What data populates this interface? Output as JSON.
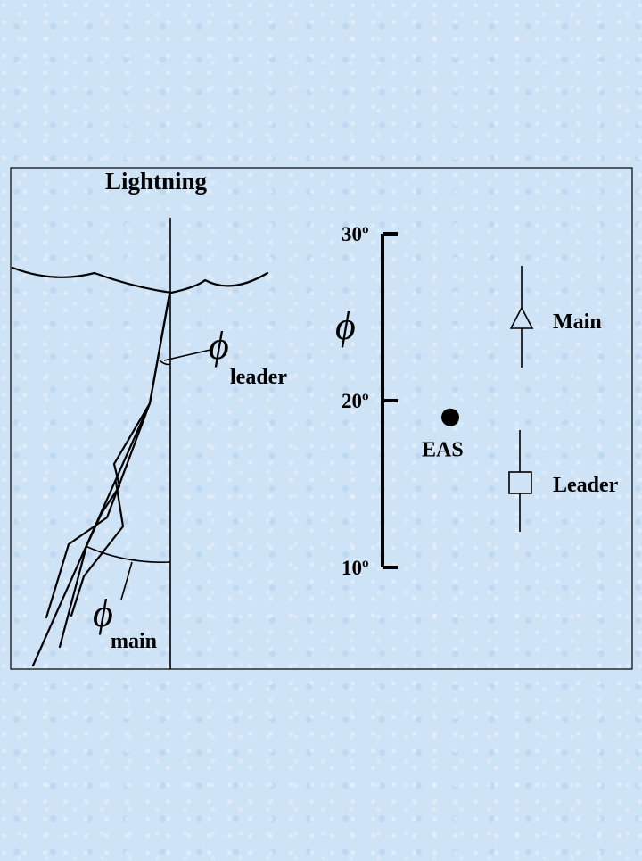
{
  "diagram": {
    "title": "Lightning",
    "phi_symbol": "ϕ",
    "leader_subscript": "leader",
    "main_subscript": "main",
    "axis": {
      "ticks": [
        {
          "value": 30,
          "label": "30º"
        },
        {
          "value": 20,
          "label": "20º"
        },
        {
          "value": 10,
          "label": "10º"
        }
      ],
      "range": [
        10,
        30
      ]
    },
    "eas": {
      "label": "EAS",
      "value": 19
    },
    "legend": {
      "main_label": "Main",
      "main_marker": "triangle-icon",
      "leader_label": "Leader",
      "leader_marker": "square-icon"
    },
    "colors": {
      "background": "#cfe3f6",
      "ink": "#000000"
    }
  }
}
